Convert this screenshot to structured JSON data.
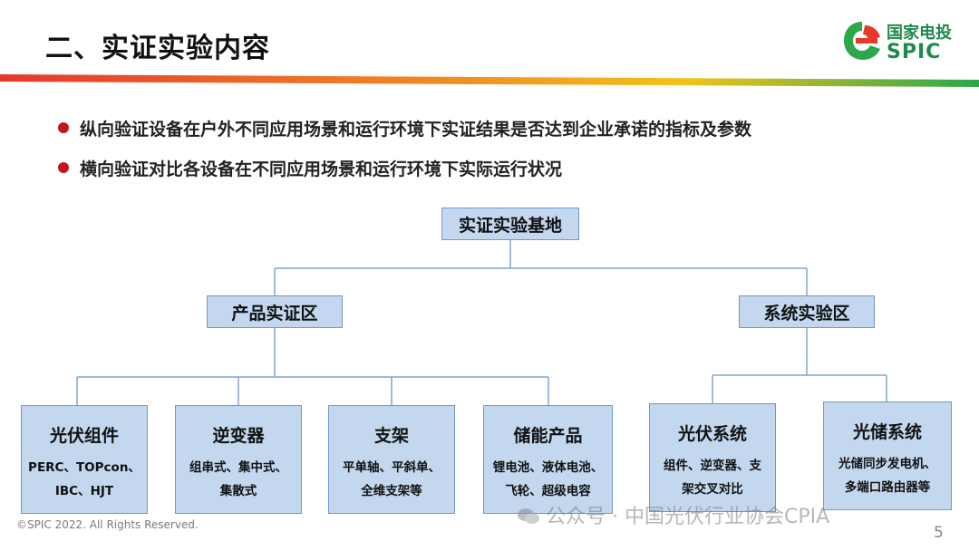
{
  "header": {
    "title": "二、实证实验内容",
    "logo_cn": "国家电投",
    "logo_en": "SPIC"
  },
  "bullets": [
    "纵向验证设备在户外不同应用场景和运行环境下实证结果是否达到企业承诺的指标及参数",
    "横向验证对比各设备在不同应用场景和运行环境下实际运行状况"
  ],
  "diagram": {
    "root": "实证实验基地",
    "groups": [
      {
        "label": "产品实证区",
        "children": [
          {
            "title": "光伏组件",
            "lines": [
              "PERC、TOPcon、",
              "IBC、HJT"
            ]
          },
          {
            "title": "逆变器",
            "lines": [
              "组串式、集中式、",
              "集散式"
            ]
          },
          {
            "title": "支架",
            "lines": [
              "平单轴、平斜单、",
              "全维支架等"
            ]
          },
          {
            "title": "储能产品",
            "lines": [
              "锂电池、液体电池、",
              "飞轮、超级电容"
            ]
          }
        ]
      },
      {
        "label": "系统实验区",
        "children": [
          {
            "title": "光伏系统",
            "lines": [
              "组件、逆变器、支",
              "架交叉对比"
            ]
          },
          {
            "title": "光储系统",
            "lines": [
              "光储同步发电机、",
              "多端口路由器等"
            ]
          }
        ]
      }
    ]
  },
  "footer": {
    "copyright": "©SPIC 2022. All Rights Reserved.",
    "page_number": "5",
    "watermark": "公众号 · 中国光伏行业协会CPIA"
  },
  "colors": {
    "box_fill": "#c3d7ee",
    "box_border": "#6f9ac8",
    "bullet": "#c0171f",
    "brand_green": "#1f8a4c",
    "band_start": "#e4392b",
    "band_end": "#2aa84a"
  }
}
